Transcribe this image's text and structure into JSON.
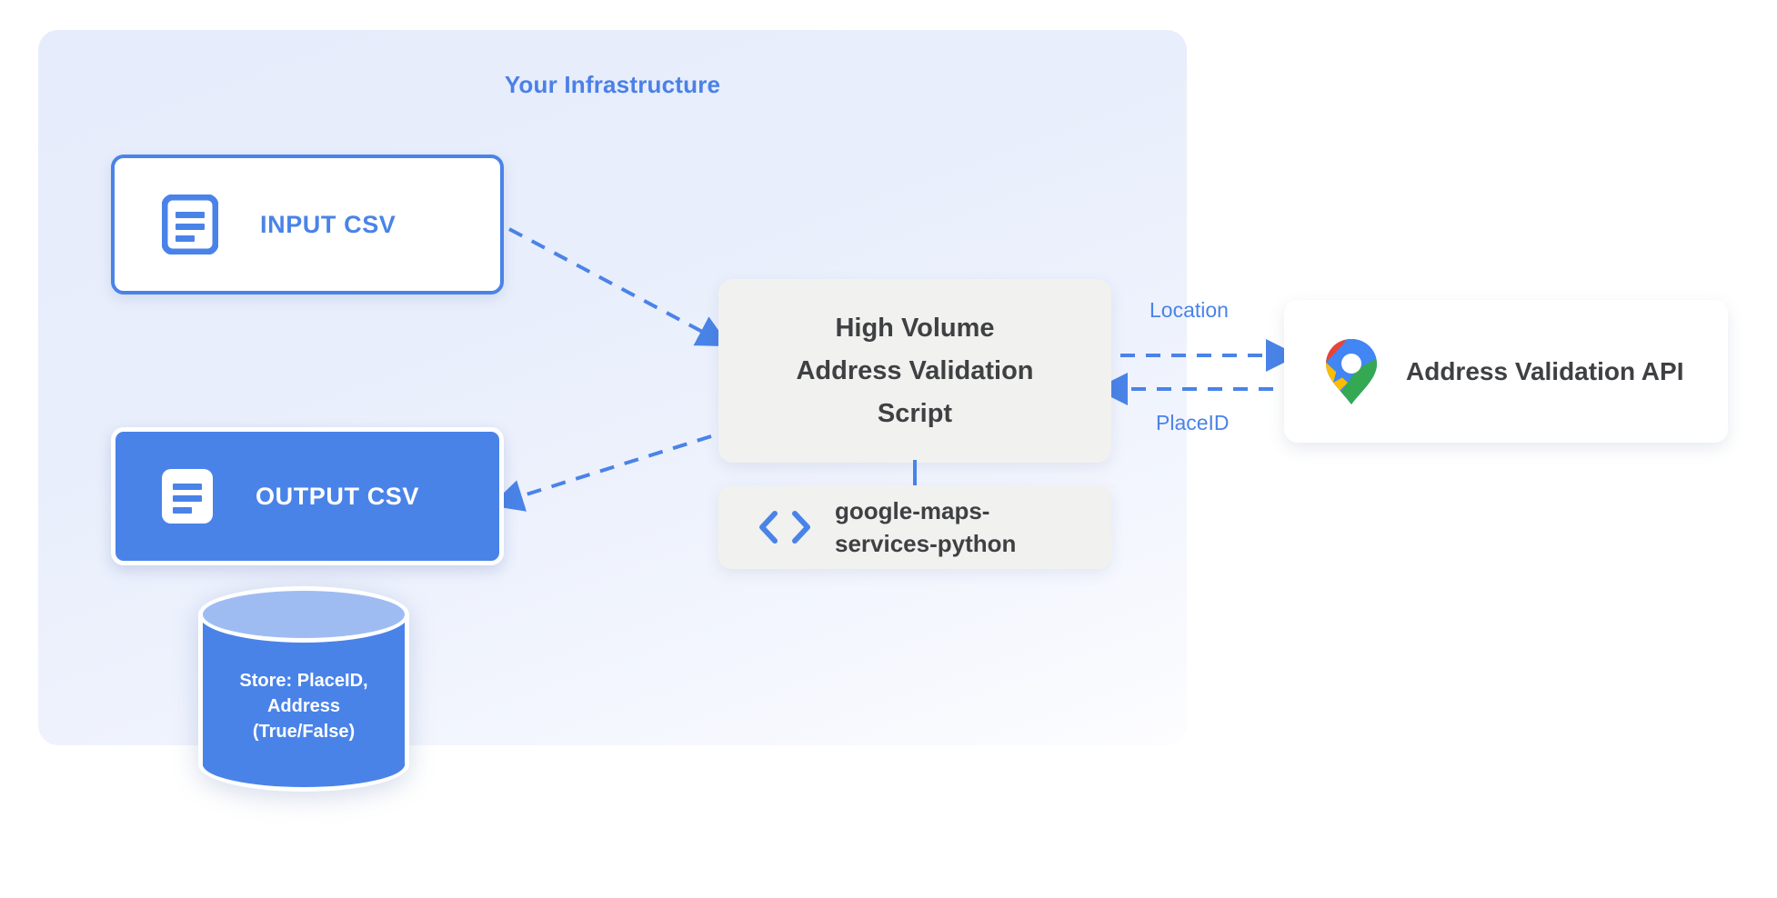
{
  "diagram": {
    "panel": {
      "title": "Your Infrastructure",
      "accent_color": "#4a83e8",
      "background_color": "#e8eefb"
    },
    "nodes": {
      "input_csv": {
        "label": "INPUT CSV",
        "icon": "document-icon",
        "style": "outlined",
        "text_color": "#4a83e8",
        "background_color": "#ffffff"
      },
      "output_csv": {
        "label": "OUTPUT CSV",
        "icon": "document-icon",
        "style": "filled",
        "text_color": "#ffffff",
        "background_color": "#4a83e8"
      },
      "database": {
        "lines": [
          "Store: PlaceID,",
          "Address",
          "(True/False)"
        ],
        "icon": "database-cylinder-icon",
        "body_color": "#4a83e8",
        "top_color": "#9fbcf2"
      },
      "script": {
        "lines": [
          "High Volume",
          "Address Validation",
          "Script"
        ],
        "background_color": "#f1f1ef",
        "text_color": "#3f4043"
      },
      "library": {
        "lines": [
          "google-maps-",
          "services-python"
        ],
        "icon": "code-brackets-icon",
        "background_color": "#f1f1ef",
        "text_color": "#3f4043"
      },
      "api": {
        "label": "Address Validation API",
        "icon": "google-maps-pin-icon",
        "background_color": "#ffffff",
        "text_color": "#3f4043"
      }
    },
    "edges": [
      {
        "id": "input-to-script",
        "label": "",
        "from": "input_csv",
        "to": "script",
        "style": "dashed",
        "color": "#4a83e8"
      },
      {
        "id": "script-to-output",
        "label": "",
        "from": "script",
        "to": "output_csv",
        "style": "dashed",
        "color": "#4a83e8"
      },
      {
        "id": "script-to-api",
        "label": "Location",
        "from": "script",
        "to": "api",
        "style": "dashed",
        "color": "#4a83e8"
      },
      {
        "id": "api-to-script",
        "label": "PlaceID",
        "from": "api",
        "to": "script",
        "style": "dashed",
        "color": "#4a83e8"
      },
      {
        "id": "script-to-library",
        "label": "",
        "from": "script",
        "to": "library",
        "style": "solid",
        "color": "#4a83e8"
      }
    ]
  }
}
